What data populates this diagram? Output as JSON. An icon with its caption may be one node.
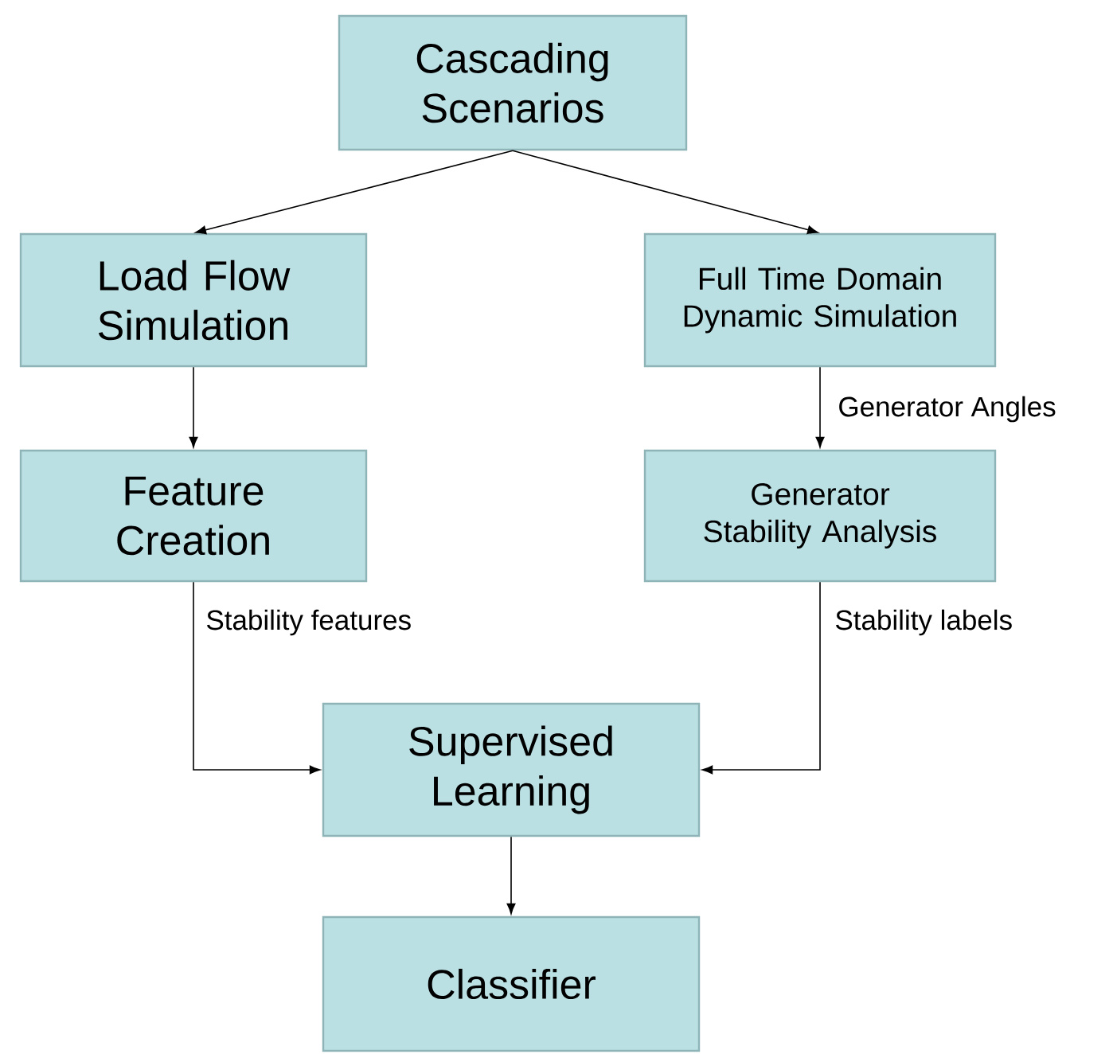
{
  "diagram": {
    "nodes": [
      {
        "text": [
          "Cascading Scenarios"
        ]
      },
      {
        "text": [
          "Load Flow Simulation"
        ]
      },
      {
        "text": [
          "Full Time Domain Dynamic Simulation"
        ]
      },
      {
        "text": [
          "Feature Creation"
        ]
      },
      {
        "text": [
          "Generator Stability Analysis"
        ]
      },
      {
        "text": [
          "Supervised Learning"
        ]
      },
      {
        "text": [
          "Classifier"
        ]
      }
    ],
    "edges": [
      {
        "from": 0,
        "to": 1,
        "arrow": "to"
      },
      {
        "from": 0,
        "to": 2,
        "arrow": "to"
      },
      {
        "from": 1,
        "to": 3,
        "arrow": "to"
      },
      {
        "from": 2,
        "to": 4,
        "arrow": "to",
        "label": "Generator Angles"
      },
      {
        "from": 3,
        "to": 5,
        "arrow": "to",
        "label": "Stability features"
      },
      {
        "from": 4,
        "to": 5,
        "arrow": "to",
        "label": "Stability labels"
      },
      {
        "from": 5,
        "to": 6,
        "arrow": "to"
      }
    ]
  }
}
